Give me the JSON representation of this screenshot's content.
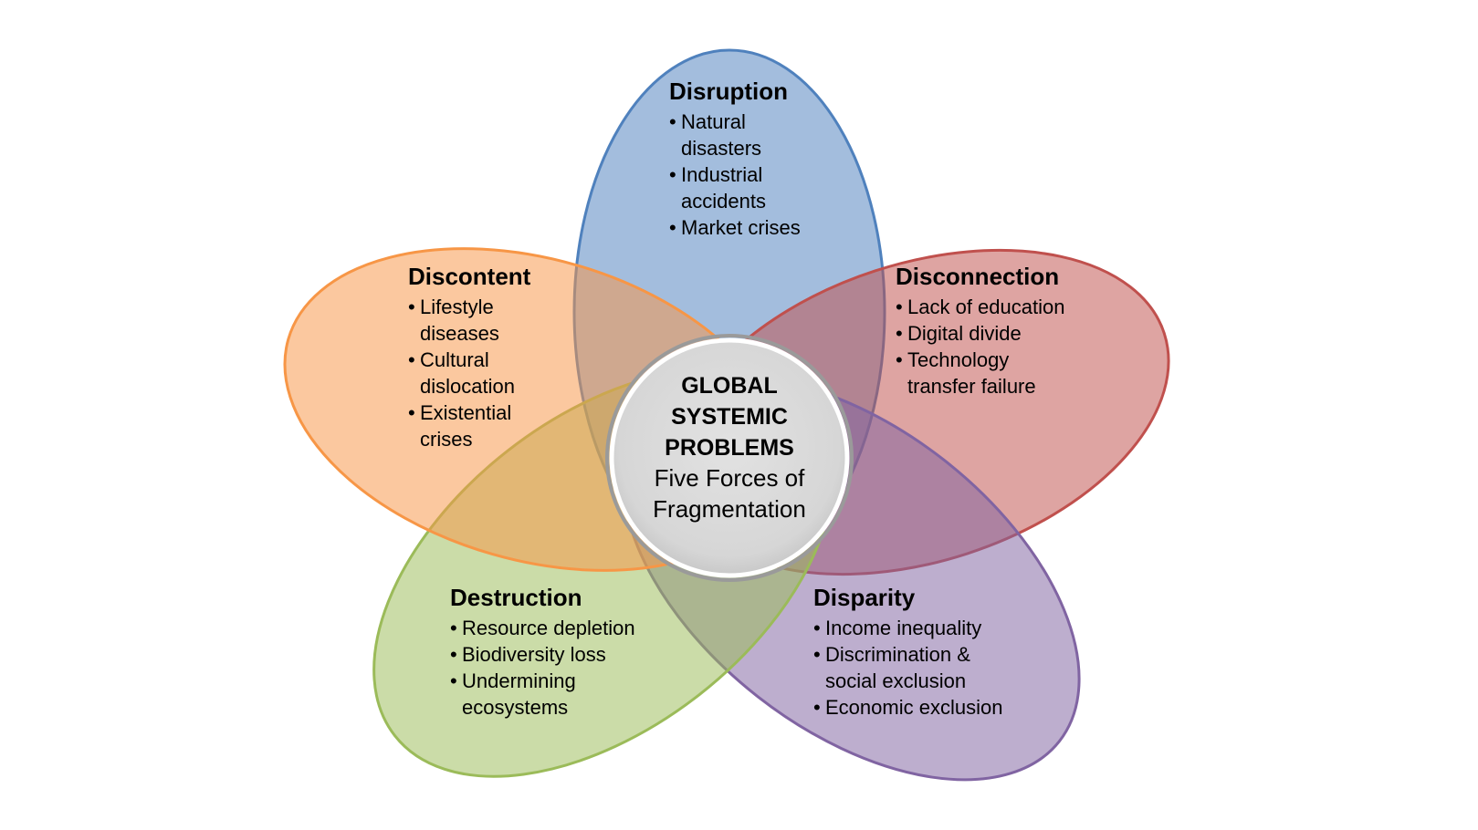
{
  "colors": {
    "disruption": "#4f81bd",
    "disconnection": "#c0504d",
    "disparity": "#8064a2",
    "destruction": "#9bbb59",
    "discontent": "#f79646",
    "center_fill": "#d9d9d9",
    "center_stroke": "#a6a6a6"
  },
  "center": {
    "line1": "GLOBAL",
    "line2": "SYSTEMIC",
    "line3": "PROBLEMS",
    "line4": "Five Forces of",
    "line5": "Fragmentation"
  },
  "disruption": {
    "title": "Disruption",
    "items": [
      {
        "lines": [
          "Natural",
          "disasters"
        ]
      },
      {
        "lines": [
          "Industrial",
          "accidents"
        ]
      },
      {
        "lines": [
          "Market crises"
        ]
      }
    ]
  },
  "disconnection": {
    "title": "Disconnection",
    "items": [
      {
        "lines": [
          "Lack of education"
        ]
      },
      {
        "lines": [
          "Digital divide"
        ]
      },
      {
        "lines": [
          "Technology",
          "transfer failure"
        ]
      }
    ]
  },
  "disparity": {
    "title": "Disparity",
    "items": [
      {
        "lines": [
          "Income inequality"
        ]
      },
      {
        "lines": [
          "Discrimination &",
          "social exclusion"
        ]
      },
      {
        "lines": [
          "Economic exclusion"
        ]
      }
    ]
  },
  "destruction": {
    "title": "Destruction",
    "items": [
      {
        "lines": [
          "Resource depletion"
        ]
      },
      {
        "lines": [
          "Biodiversity loss"
        ]
      },
      {
        "lines": [
          "Undermining",
          "ecosystems"
        ]
      }
    ]
  },
  "discontent": {
    "title": "Discontent",
    "items": [
      {
        "lines": [
          "Lifestyle",
          "diseases"
        ]
      },
      {
        "lines": [
          "Cultural",
          "dislocation"
        ]
      },
      {
        "lines": [
          "Existential",
          "crises"
        ]
      }
    ]
  }
}
